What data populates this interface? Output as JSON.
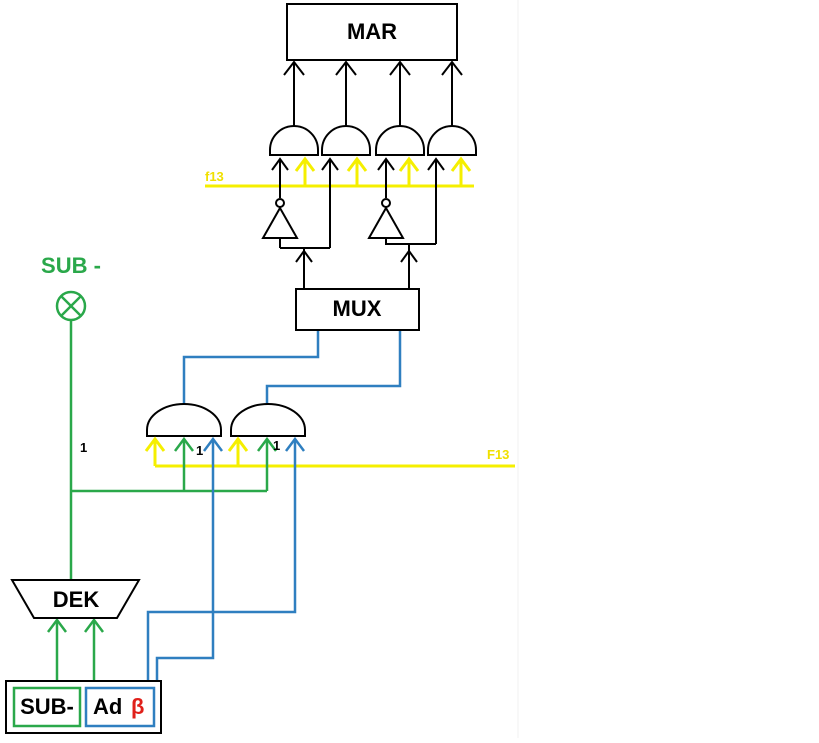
{
  "colors": {
    "black": "#000000",
    "yellow": "#f5ef00",
    "green": "#2aa84a",
    "blue": "#2f7fc0",
    "red": "#e0201a"
  },
  "labels": {
    "mar": "MAR",
    "mux": "MUX",
    "dek": "DEK",
    "sub_title": "SUB -",
    "sub_box": "SUB-",
    "ad_box": "Ad",
    "beta": "β",
    "f13_top": "f13",
    "f13_bottom": "F13",
    "one_a": "1",
    "one_b": "1",
    "one_c": "1"
  }
}
